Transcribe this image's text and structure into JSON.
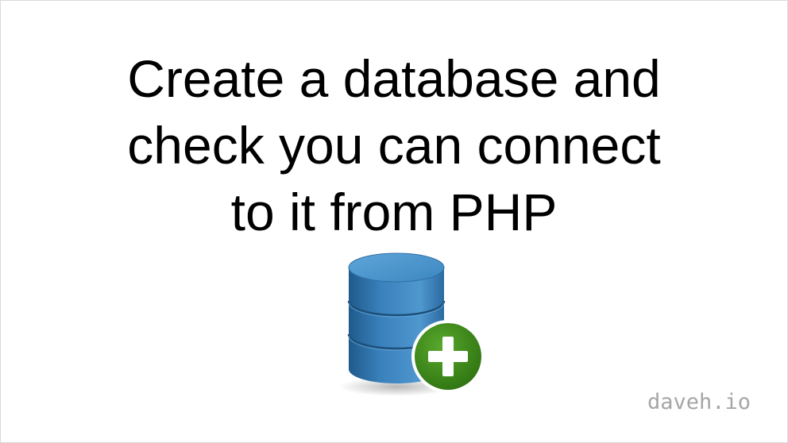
{
  "slide": {
    "title_lines": [
      "Create a database and",
      "check you can connect",
      "to it from PHP"
    ],
    "brand": "daveh.io"
  },
  "graphic": {
    "icon": "database-add-icon",
    "cylinder_color": "#3a7fb6",
    "cylinder_highlight": "#5aa3d6",
    "badge_color": "#3f8a1d",
    "badge_symbol": "+"
  }
}
